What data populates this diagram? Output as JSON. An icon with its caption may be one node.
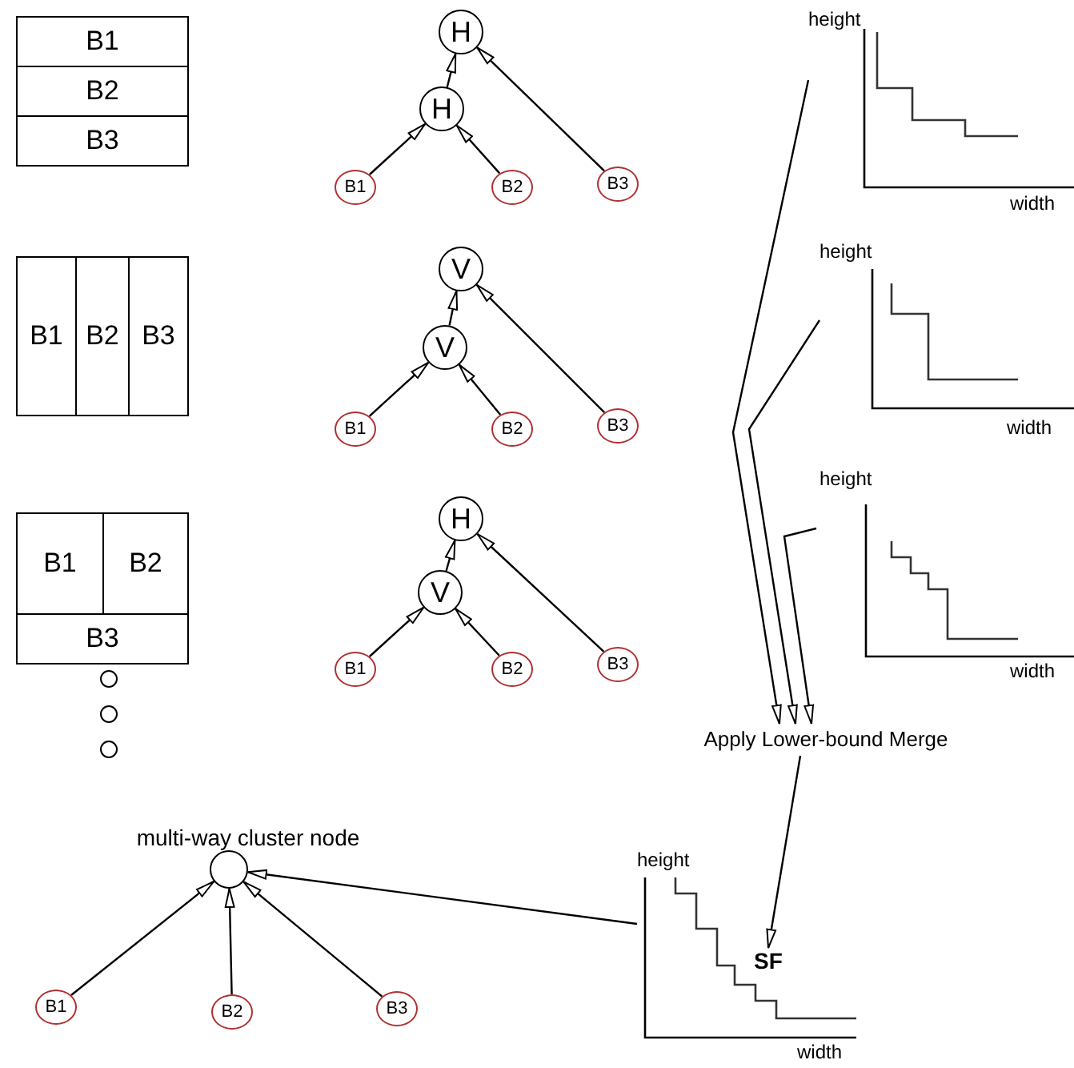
{
  "diagram": {
    "nodes": [
      {
        "text": [
          "B1"
        ]
      },
      {
        "text": [
          "B2"
        ]
      },
      {
        "text": [
          "B3"
        ]
      },
      {
        "text": [
          "H"
        ]
      },
      {
        "text": [
          "H"
        ]
      },
      {
        "text": [
          "B1"
        ]
      },
      {
        "text": [
          "B2"
        ]
      },
      {
        "text": [
          "B3"
        ]
      },
      {
        "text": [
          "height",
          "width"
        ]
      },
      {
        "text": [
          "B1"
        ]
      },
      {
        "text": [
          "B2"
        ]
      },
      {
        "text": [
          "B3"
        ]
      },
      {
        "text": [
          "V"
        ]
      },
      {
        "text": [
          "V"
        ]
      },
      {
        "text": [
          "B1"
        ]
      },
      {
        "text": [
          "B2"
        ]
      },
      {
        "text": [
          "B3"
        ]
      },
      {
        "text": [
          "height",
          "width"
        ]
      },
      {
        "text": [
          "B1"
        ]
      },
      {
        "text": [
          "B2"
        ]
      },
      {
        "text": [
          "B3"
        ]
      },
      {
        "text": [
          "H"
        ]
      },
      {
        "text": [
          "V"
        ]
      },
      {
        "text": [
          "B1"
        ]
      },
      {
        "text": [
          "B2"
        ]
      },
      {
        "text": [
          "B3"
        ]
      },
      {
        "text": [
          "height",
          "width"
        ]
      },
      {
        "text": [
          "Apply Lower-bound Merge"
        ]
      },
      {
        "text": [
          "multi-way cluster node"
        ]
      },
      {
        "text": [
          "B1"
        ]
      },
      {
        "text": [
          "B2"
        ]
      },
      {
        "text": [
          "B3"
        ]
      },
      {
        "text": [
          "height",
          "width"
        ]
      },
      {
        "text": [
          "SF"
        ],
        "in": 32
      }
    ],
    "edges": [
      {
        "from": 4,
        "to": 3,
        "arrow": "to"
      },
      {
        "from": 5,
        "to": 4,
        "arrow": "to"
      },
      {
        "from": 6,
        "to": 4,
        "arrow": "to"
      },
      {
        "from": 7,
        "to": 3,
        "arrow": "to"
      },
      {
        "from": 13,
        "to": 12,
        "arrow": "to"
      },
      {
        "from": 14,
        "to": 13,
        "arrow": "to"
      },
      {
        "from": 15,
        "to": 13,
        "arrow": "to"
      },
      {
        "from": 16,
        "to": 12,
        "arrow": "to"
      },
      {
        "from": 22,
        "to": 21,
        "arrow": "to"
      },
      {
        "from": 23,
        "to": 22,
        "arrow": "to"
      },
      {
        "from": 24,
        "to": 22,
        "arrow": "to"
      },
      {
        "from": 25,
        "to": 21,
        "arrow": "to"
      },
      {
        "from": 8,
        "to": 27,
        "arrow": "to"
      },
      {
        "from": 17,
        "to": 27,
        "arrow": "to"
      },
      {
        "from": 26,
        "to": 27,
        "arrow": "to"
      },
      {
        "from": 27,
        "to": 33,
        "arrow": "to"
      },
      {
        "from": 32,
        "to": 28,
        "arrow": "to"
      },
      {
        "from": 29,
        "to": 28,
        "arrow": "to"
      },
      {
        "from": 30,
        "to": 28,
        "arrow": "to"
      },
      {
        "from": 31,
        "to": 28,
        "arrow": "to"
      }
    ]
  }
}
